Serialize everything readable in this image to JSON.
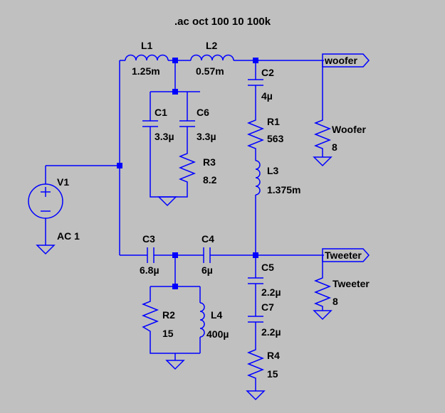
{
  "directive": ".ac oct 100 10 100k",
  "colors": {
    "background": "#c0c0c0",
    "wire": "#0000ff",
    "text": "#000000"
  },
  "components": {
    "L1": {
      "name": "L1",
      "value": "1.25m"
    },
    "L2": {
      "name": "L2",
      "value": "0.57m"
    },
    "C1": {
      "name": "C1",
      "value": "3.3µ"
    },
    "C6": {
      "name": "C6",
      "value": "3.3µ"
    },
    "R3": {
      "name": "R3",
      "value": "8.2"
    },
    "C2": {
      "name": "C2",
      "value": "4µ"
    },
    "R1": {
      "name": "R1",
      "value": "563"
    },
    "L3": {
      "name": "L3",
      "value": "1.375m"
    },
    "V1": {
      "name": "V1",
      "value": "AC 1"
    },
    "C3": {
      "name": "C3",
      "value": "6.8µ"
    },
    "C4": {
      "name": "C4",
      "value": "6µ"
    },
    "C5": {
      "name": "C5",
      "value": "2.2µ"
    },
    "C7": {
      "name": "C7",
      "value": "2.2µ"
    },
    "R2": {
      "name": "R2",
      "value": "15"
    },
    "L4": {
      "name": "L4",
      "value": "400µ"
    },
    "R4": {
      "name": "R4",
      "value": "15"
    },
    "Woofer": {
      "name": "Woofer",
      "value": "8"
    },
    "Tweeter": {
      "name": "Tweeter",
      "value": "8"
    }
  },
  "net_labels": {
    "woofer": "woofer",
    "tweeter": "Tweeter"
  }
}
